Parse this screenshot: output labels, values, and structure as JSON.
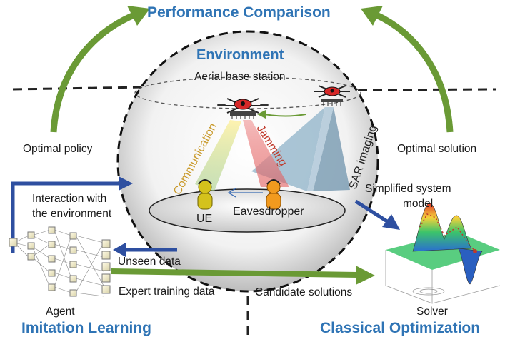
{
  "titles": {
    "performance": "Performance Comparison",
    "environment": "Environment",
    "imitation": "Imitation Learning",
    "classical": "Classical Optimization"
  },
  "labels": {
    "aerial_base_station": "Aerial base station",
    "optimal_policy": "Optimal policy",
    "optimal_solution": "Optimal solution",
    "interaction_line1": "Interaction with",
    "interaction_line2": "the environment",
    "simplified_line1": "Simplified system",
    "simplified_line2": "model",
    "ue": "UE",
    "eavesdropper": "Eavesdropper",
    "unseen_data": "Unseen data",
    "expert_training_data": "Expert training data",
    "candidate_solutions": "Candidate solutions",
    "agent": "Agent",
    "solver": "Solver",
    "communication": "Communication",
    "jamming": "Jamming",
    "sar_imaging": "SAR imaging"
  },
  "colors": {
    "title_blue": "#2f74b5",
    "arrow_green": "#6a9a35",
    "arrow_blue": "#2e4fa0",
    "communication_text": "#c99a2b",
    "jamming_text": "#c0392b",
    "sar_text": "#222222"
  },
  "icons": [
    "drone-icon",
    "ue-person-icon",
    "eavesdropper-person-icon",
    "neural-network-icon",
    "surface-plot-icon"
  ]
}
